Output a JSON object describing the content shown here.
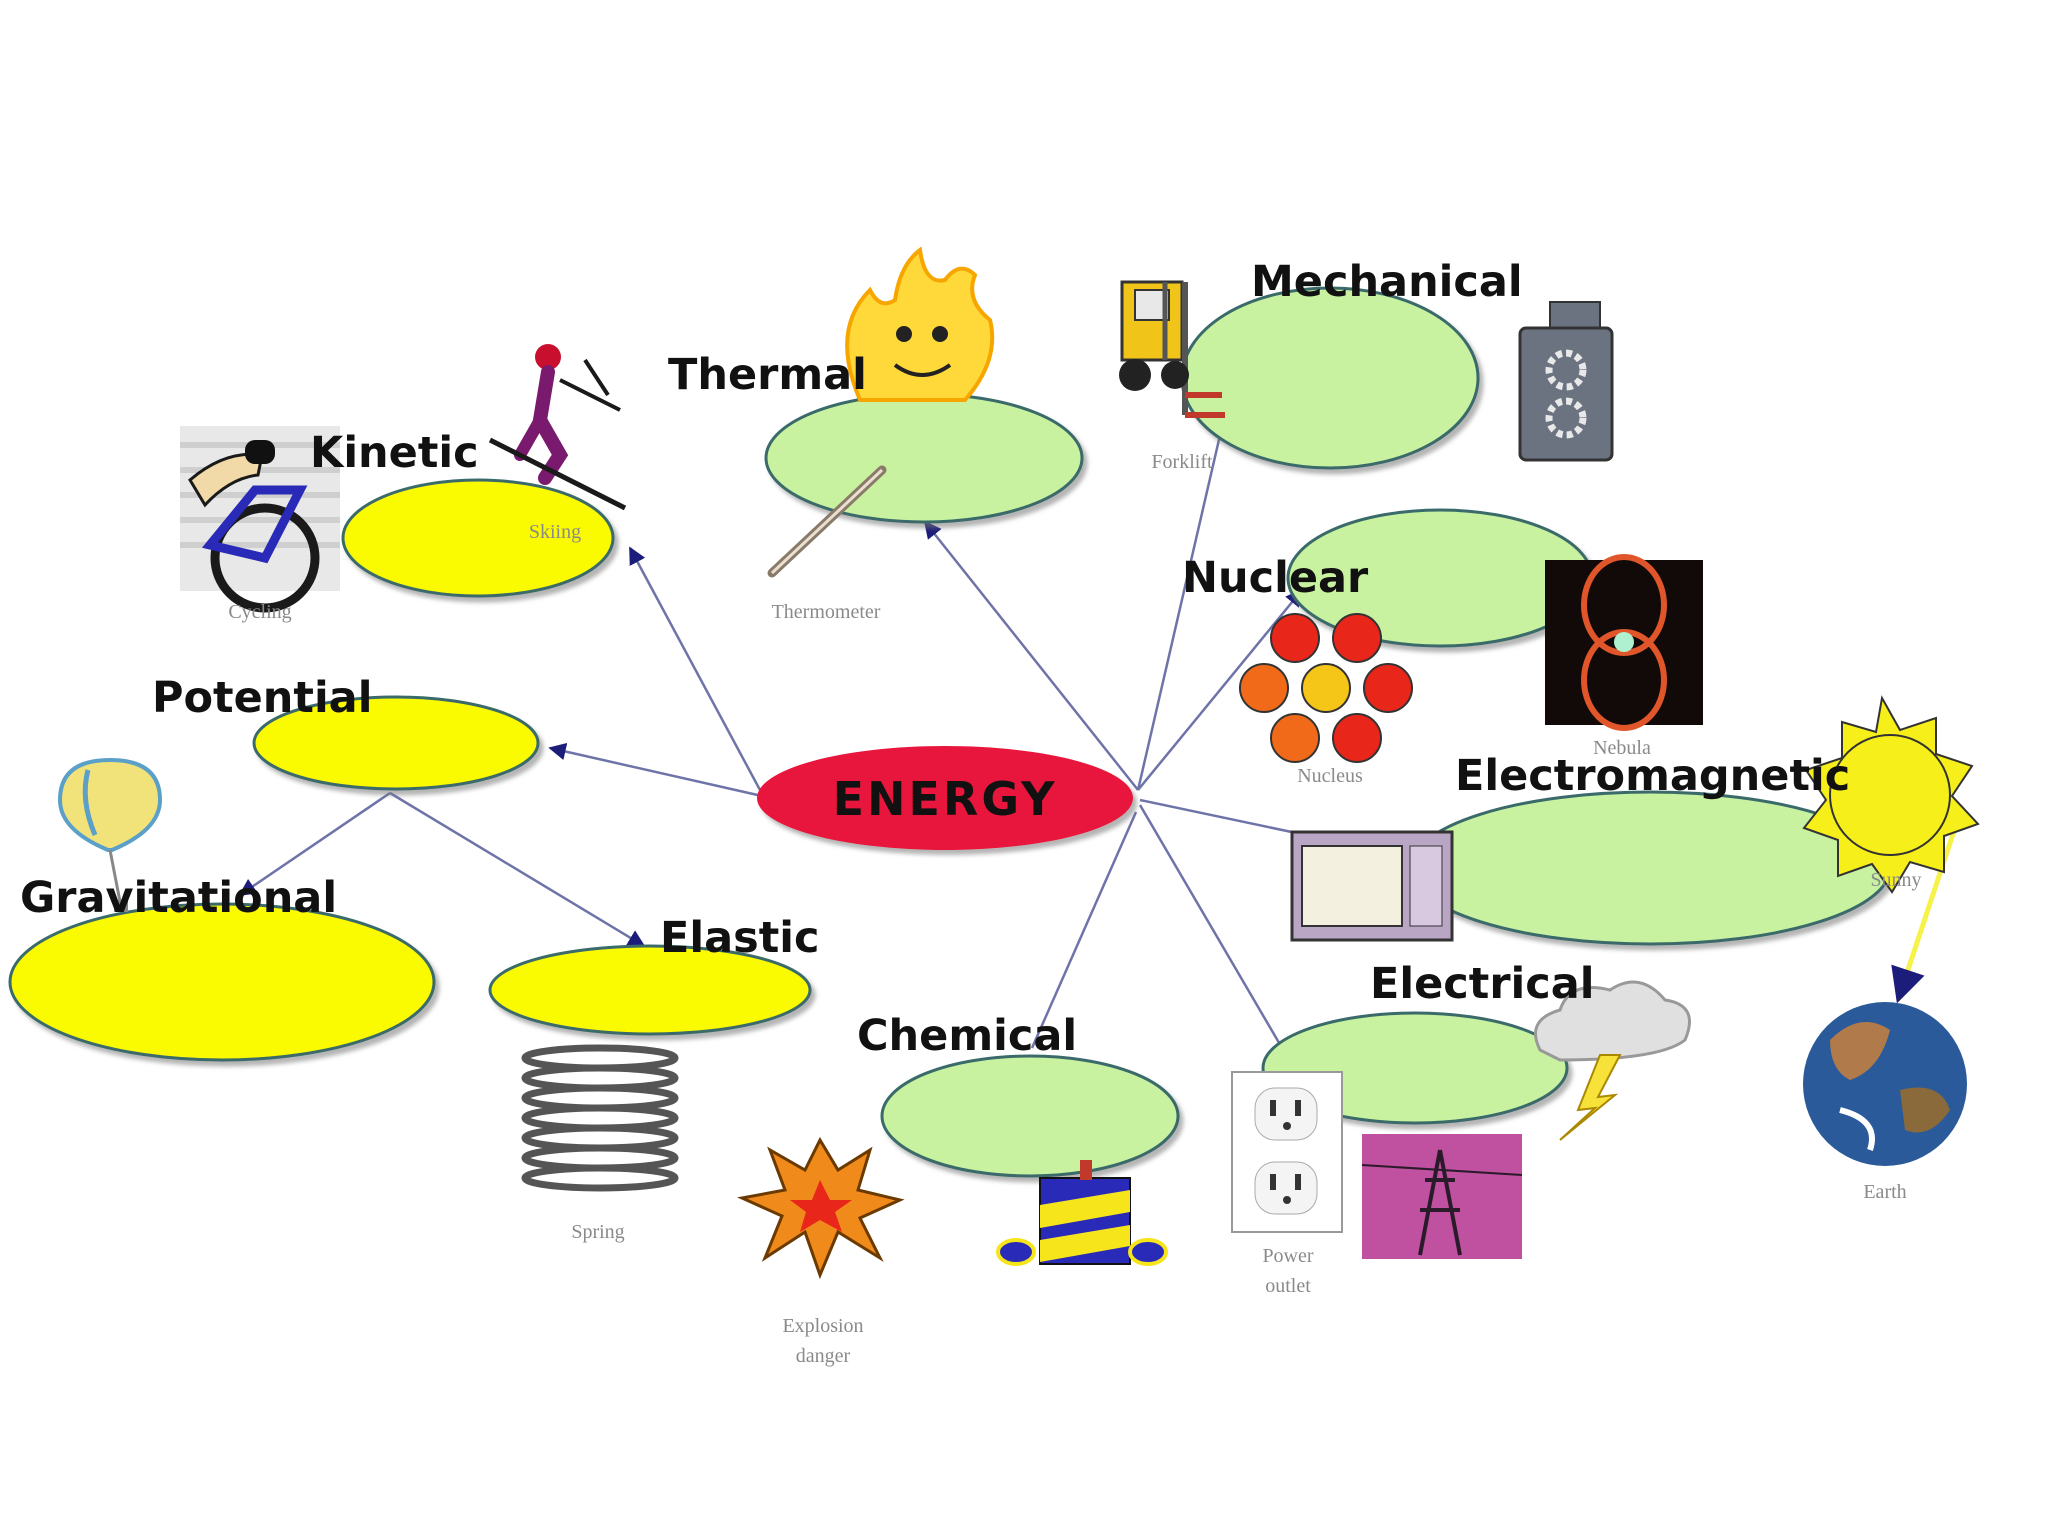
{
  "center": {
    "label": "ENERGY",
    "color": "#e8193c"
  },
  "colors": {
    "green_node": "#c9f2a0",
    "yellow_node": "#fafa00",
    "node_stroke": "#3a6b6b",
    "arrow": "#6e73a8"
  },
  "nodes": {
    "kinetic": "Kinetic",
    "potential": "Potential",
    "gravitational": "Gravitational",
    "elastic": "Elastic",
    "thermal": "Thermal",
    "mechanical": "Mechanical",
    "nuclear": "Nuclear",
    "electromagnetic": "Electromagnetic",
    "electrical": "Electrical",
    "chemical": "Chemical"
  },
  "captions": {
    "cycling": "Cycling",
    "skiing": "Skiing",
    "thermometer": "Thermometer",
    "forklift": "Forklift",
    "nucleus": "Nucleus",
    "nebula": "Nebula",
    "sunny": "Sunny",
    "earth": "Earth",
    "spring": "Spring",
    "explosion_1": "Explosion",
    "explosion_2": "danger",
    "outlet_1": "Power",
    "outlet_2": "outlet"
  },
  "icons": [
    "cyclist-icon",
    "skier-icon",
    "fire-face-icon",
    "thermometer-icon",
    "forklift-icon",
    "gear-machine-icon",
    "nucleus-icon",
    "nebula-icon",
    "sun-icon",
    "earth-icon",
    "microwave-icon",
    "storm-cloud-icon",
    "power-outlet-icon",
    "power-tower-icon",
    "explosion-icon",
    "battery-icon",
    "spring-icon",
    "hot-air-balloon-icon"
  ]
}
